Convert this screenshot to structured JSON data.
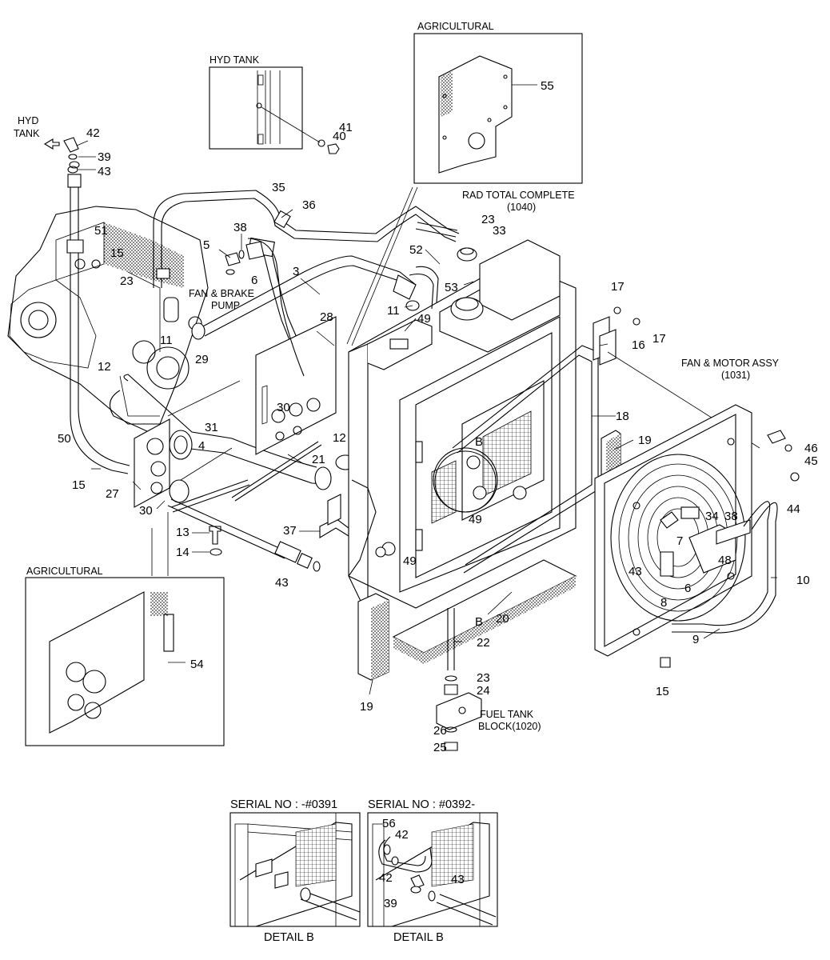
{
  "captions": {
    "hyd_tank_top": "HYD",
    "hyd_tank_bottom": "TANK",
    "hyd_tank_box": "HYD TANK",
    "agricultural_top": "AGRICULTURAL",
    "agricultural_left": "AGRICULTURAL",
    "rad_total_complete": "RAD TOTAL COMPLETE",
    "rad_ref": "(1040)",
    "fan_motor_assy": "FAN & MOTOR ASSY",
    "fan_ref": "(1031)",
    "fan_brake_1": "FAN & BRAKE",
    "fan_brake_2": "PUMP",
    "fuel_tank_1": "FUEL TANK",
    "fuel_tank_2": "BLOCK(1020)",
    "detail_b_marker_1": "B",
    "detail_b_marker_2": "B",
    "serial_left": "SERIAL NO : -#0391",
    "serial_right": "SERIAL NO : #0392-",
    "detail_b_left": "DETAIL B",
    "detail_b_right": "DETAIL B"
  },
  "callouts": {
    "n42a": "42",
    "n39a": "39",
    "n43a": "43",
    "n41": "41",
    "n40": "40",
    "n55": "55",
    "n35": "35",
    "n36": "36",
    "n51": "51",
    "n15a": "15",
    "n23a": "23",
    "n5": "5",
    "n38a": "38",
    "n6a": "6",
    "n3": "3",
    "n23b": "23",
    "n33": "33",
    "n52": "52",
    "n53": "53",
    "n11a": "11",
    "n49a": "49",
    "n28": "28",
    "n11b": "11",
    "n29": "29",
    "n12a": "12",
    "n17a": "17",
    "n17b": "17",
    "n16": "16",
    "n30a": "30",
    "n31": "31",
    "n4": "4",
    "n18": "18",
    "n19a": "19",
    "n46": "46",
    "n45": "45",
    "n44": "44",
    "n50": "50",
    "n15b": "15",
    "n27": "27",
    "n30b": "30",
    "n21": "21",
    "n12b": "12",
    "n34": "34",
    "n38b": "38",
    "n7": "7",
    "n49b": "49",
    "n49c": "49",
    "n13": "13",
    "n14": "14",
    "n37": "37",
    "n43b": "43",
    "n43c": "43",
    "n48": "48",
    "n8": "8",
    "n6b": "6",
    "n10": "10",
    "n9": "9",
    "n15c": "15",
    "n20": "20",
    "n22": "22",
    "n54": "54",
    "n19b": "19",
    "n23c": "23",
    "n24": "24",
    "n26": "26",
    "n25": "25",
    "n56": "56",
    "n42b": "42",
    "n42c": "42",
    "n43d": "43",
    "n39b": "39"
  }
}
